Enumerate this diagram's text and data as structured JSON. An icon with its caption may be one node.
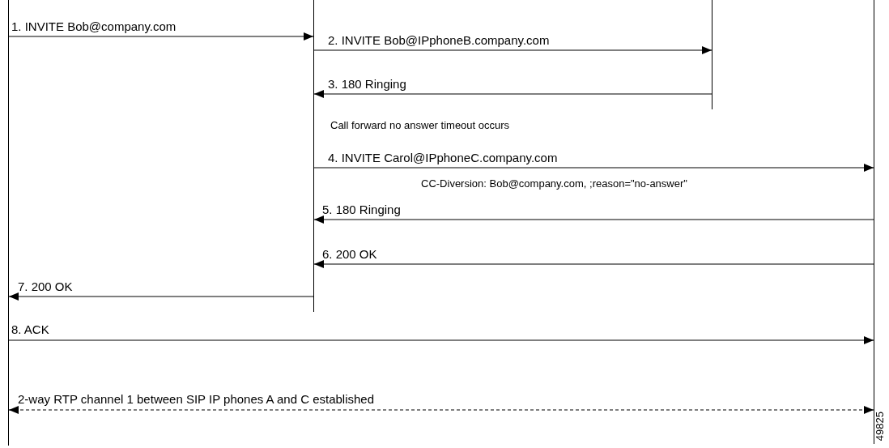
{
  "diagram": {
    "nodes": [
      {
        "text": [],
        "shape": "bar"
      },
      {
        "text": [],
        "shape": "bar"
      },
      {
        "text": [],
        "shape": "bar"
      },
      {
        "text": [],
        "shape": "bar"
      }
    ],
    "edges": [
      {
        "from": 0,
        "to": 1,
        "arrow": "to",
        "label": "1. INVITE Bob@company.com"
      },
      {
        "from": 1,
        "to": 2,
        "arrow": "to",
        "label": "2. INVITE Bob@IPphoneB.company.com"
      },
      {
        "from": 2,
        "to": 1,
        "arrow": "to",
        "label": "3. 180 Ringing"
      },
      {
        "from": 1,
        "to": 3,
        "arrow": "to",
        "label": "4. INVITE Carol@IPphoneC.company.com"
      },
      {
        "from": 3,
        "to": 1,
        "arrow": "to",
        "label": "5. 180 Ringing"
      },
      {
        "from": 3,
        "to": 1,
        "arrow": "to",
        "label": "6. 200 OK"
      },
      {
        "from": 1,
        "to": 0,
        "arrow": "to",
        "label": "7. 200 OK"
      },
      {
        "from": 0,
        "to": 3,
        "arrow": "to",
        "label": "8. ACK"
      },
      {
        "from": 0,
        "to": 3,
        "arrow": "both",
        "style": "dashed",
        "label": "2-way RTP channel 1 between SIP IP phones A and C established"
      }
    ],
    "labels": [
      "Call forward no answer timeout occurs",
      "CC-Diversion: Bob@company.com, ;reason=\"no-answer\"",
      "49825"
    ]
  }
}
